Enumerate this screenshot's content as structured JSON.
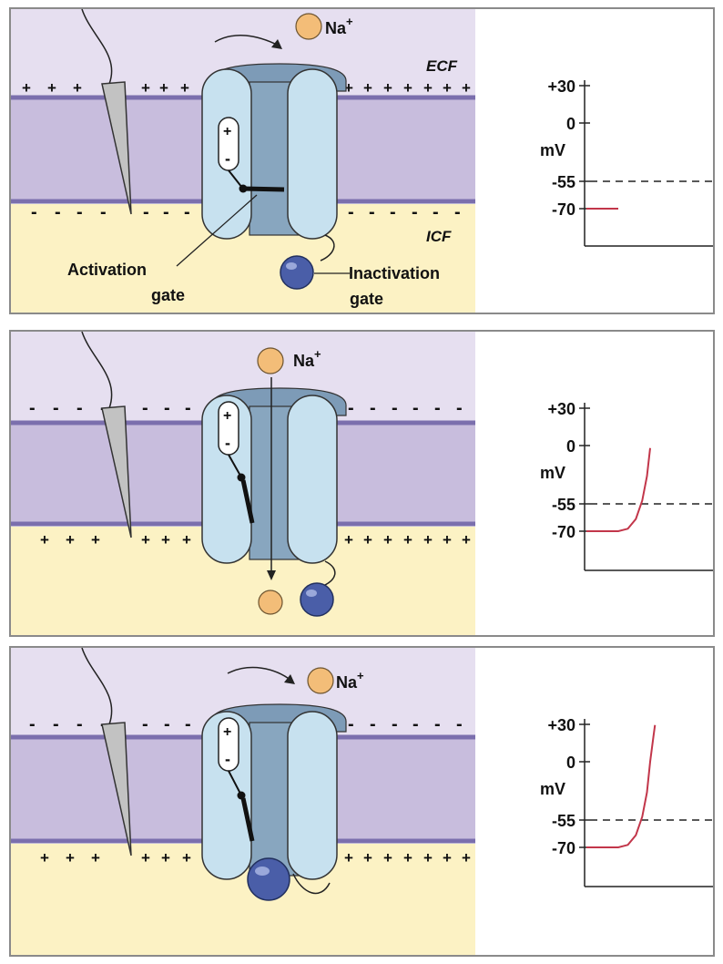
{
  "labels": {
    "ecf": "ECF",
    "icf": "ICF",
    "ion": "Na",
    "ion_charge": "+",
    "gate_plus": "+",
    "gate_minus": "-",
    "activation_gate": [
      "Activation",
      "gate"
    ],
    "inactivation_gate": [
      "Inactivation",
      "gate"
    ]
  },
  "panels": [
    {
      "state": "resting",
      "ecf_charges": "+",
      "icf_charges": "-",
      "graph": {
        "unit": "mV",
        "ticks": [
          "+30",
          "0",
          "-55",
          "-70"
        ],
        "tick_values": [
          30,
          0,
          -55,
          -70
        ],
        "threshold": -55,
        "trace": [
          [
            0,
            -70
          ],
          [
            1,
            -70
          ]
        ]
      }
    },
    {
      "state": "activated",
      "ecf_charges": "-",
      "icf_charges": "+",
      "graph": {
        "unit": "mV",
        "ticks": [
          "+30",
          "0",
          "-55",
          "-70"
        ],
        "tick_values": [
          30,
          0,
          -55,
          -70
        ],
        "threshold": -55,
        "trace": [
          [
            0,
            -70
          ],
          [
            1,
            -70
          ],
          [
            1.3,
            -68
          ],
          [
            1.55,
            -60
          ],
          [
            1.75,
            -45
          ],
          [
            1.9,
            -25
          ],
          [
            2.0,
            -2
          ]
        ]
      }
    },
    {
      "state": "inactivated",
      "ecf_charges": "-",
      "icf_charges": "+",
      "graph": {
        "unit": "mV",
        "ticks": [
          "+30",
          "0",
          "-55",
          "-70"
        ],
        "tick_values": [
          30,
          0,
          -55,
          -70
        ],
        "threshold": -55,
        "trace": [
          [
            0,
            -70
          ],
          [
            1,
            -70
          ],
          [
            1.3,
            -68
          ],
          [
            1.55,
            -60
          ],
          [
            1.75,
            -45
          ],
          [
            1.9,
            -25
          ],
          [
            2.0,
            0
          ],
          [
            2.1,
            20
          ],
          [
            2.15,
            30
          ]
        ]
      }
    }
  ]
}
